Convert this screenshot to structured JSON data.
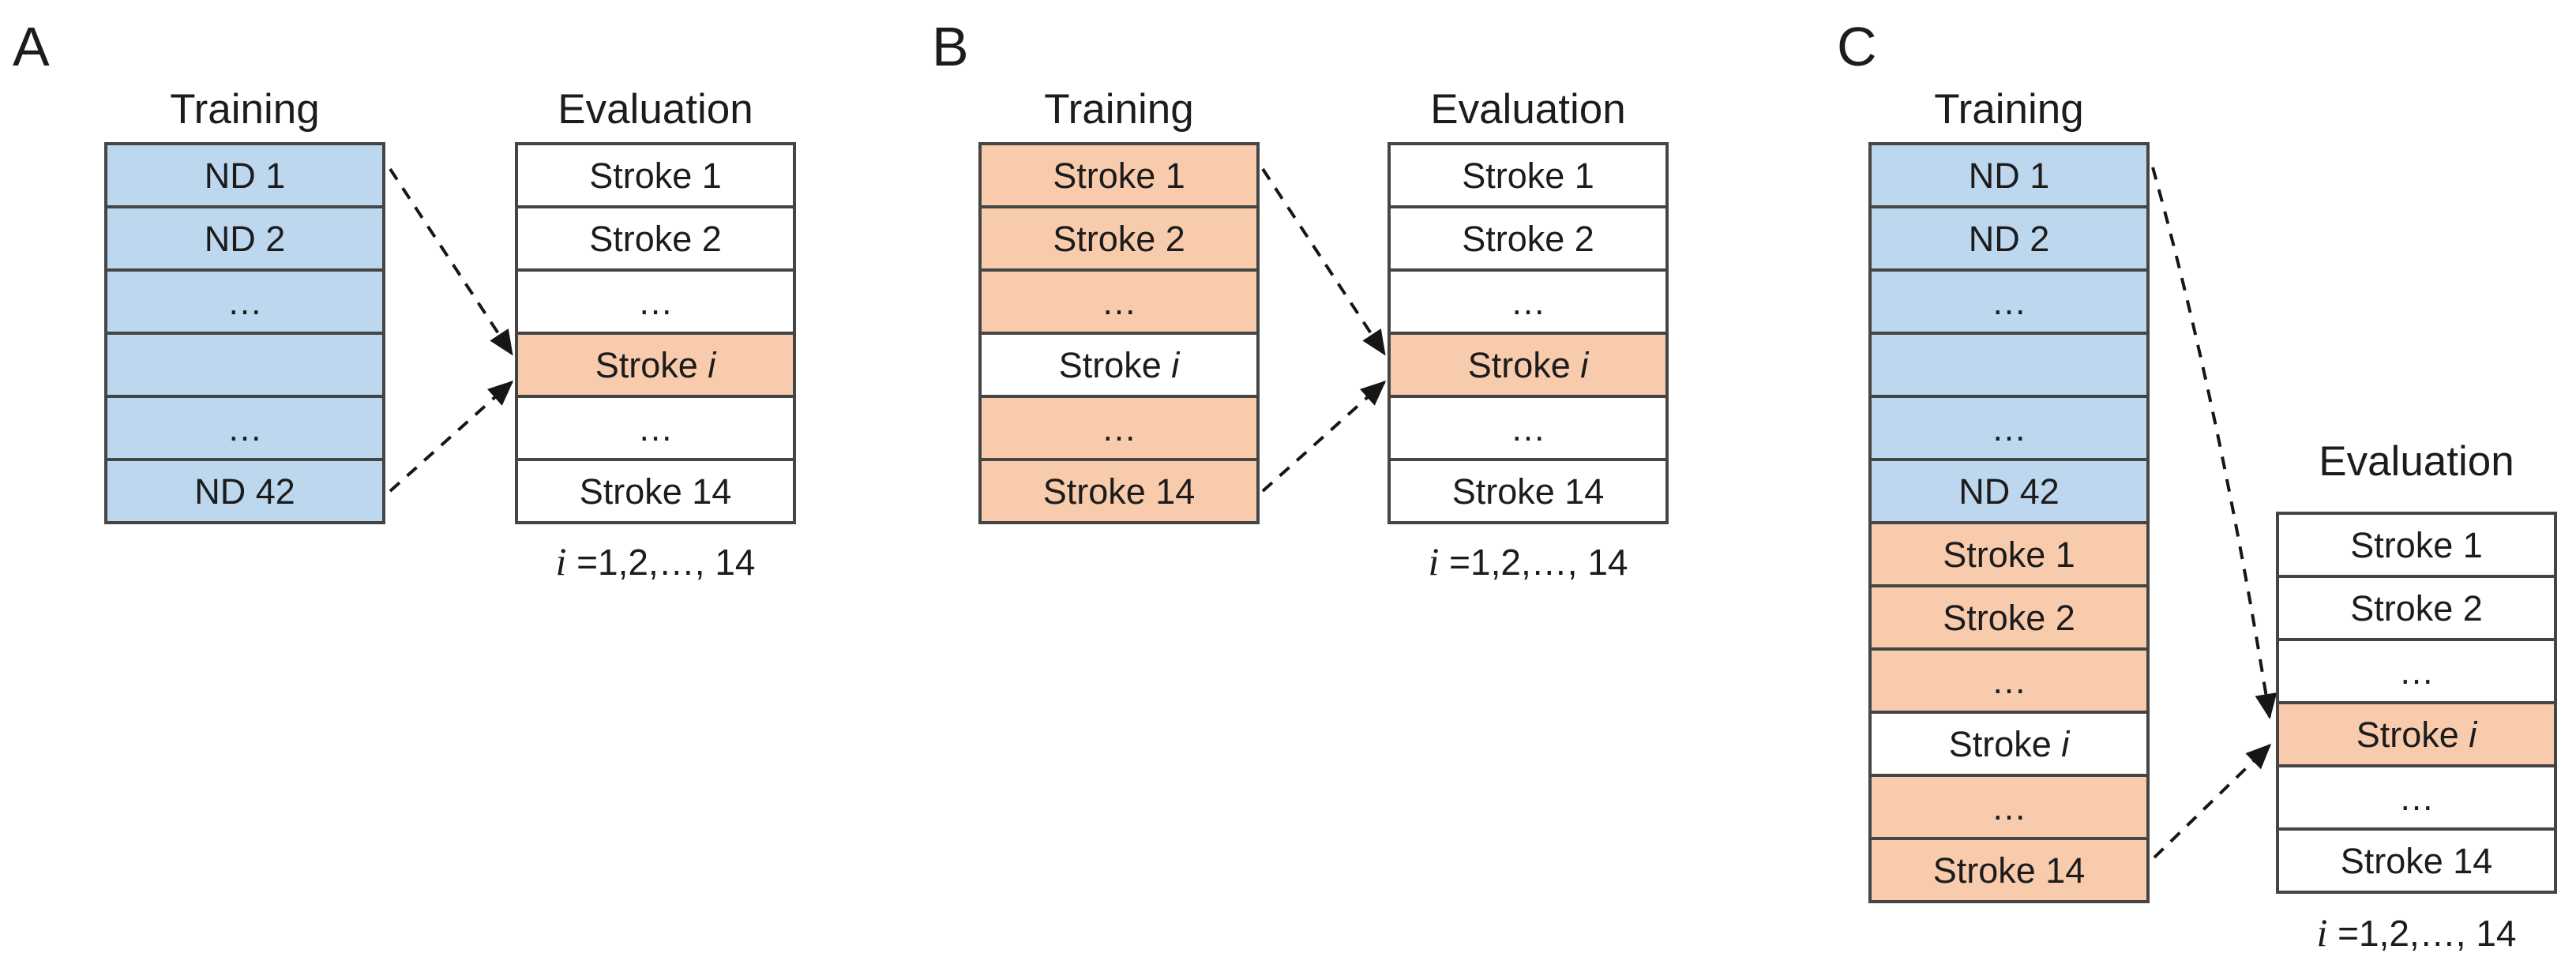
{
  "colors": {
    "blue": "#bdd7ee",
    "orange": "#f8cbad",
    "white": "#ffffff",
    "border": "#454545",
    "text": "#1c1c1c",
    "arrow": "#161616"
  },
  "panels": [
    {
      "label": "A",
      "training": {
        "header": "Training",
        "cells": [
          {
            "text": "ND 1",
            "fill": "blue"
          },
          {
            "text": "ND 2",
            "fill": "blue"
          },
          {
            "text": "…",
            "fill": "blue"
          },
          {
            "text": "",
            "fill": "blue"
          },
          {
            "text": "…",
            "fill": "blue"
          },
          {
            "text": "ND 42",
            "fill": "blue"
          }
        ]
      },
      "evaluation": {
        "header": "Evaluation",
        "cells": [
          {
            "text": "Stroke 1",
            "fill": "white"
          },
          {
            "text": "Stroke 2",
            "fill": "white"
          },
          {
            "text": "…",
            "fill": "white"
          },
          {
            "text": "Stroke ",
            "italic": "i",
            "fill": "orange"
          },
          {
            "text": "…",
            "fill": "white"
          },
          {
            "text": "Stroke 14",
            "fill": "white"
          }
        ],
        "caption": {
          "i": "i",
          "rest": " =1,2,…, 14"
        }
      }
    },
    {
      "label": "B",
      "training": {
        "header": "Training",
        "cells": [
          {
            "text": "Stroke 1",
            "fill": "orange"
          },
          {
            "text": "Stroke 2",
            "fill": "orange"
          },
          {
            "text": "…",
            "fill": "orange"
          },
          {
            "text": "Stroke ",
            "italic": "i",
            "fill": "white"
          },
          {
            "text": "…",
            "fill": "orange"
          },
          {
            "text": "Stroke 14",
            "fill": "orange"
          }
        ]
      },
      "evaluation": {
        "header": "Evaluation",
        "cells": [
          {
            "text": "Stroke 1",
            "fill": "white"
          },
          {
            "text": "Stroke 2",
            "fill": "white"
          },
          {
            "text": "…",
            "fill": "white"
          },
          {
            "text": "Stroke ",
            "italic": "i",
            "fill": "orange"
          },
          {
            "text": "…",
            "fill": "white"
          },
          {
            "text": "Stroke 14",
            "fill": "white"
          }
        ],
        "caption": {
          "i": "i",
          "rest": " =1,2,…, 14"
        }
      }
    },
    {
      "label": "C",
      "training": {
        "header": "Training",
        "cells": [
          {
            "text": "ND 1",
            "fill": "blue"
          },
          {
            "text": "ND 2",
            "fill": "blue"
          },
          {
            "text": "…",
            "fill": "blue"
          },
          {
            "text": "",
            "fill": "blue"
          },
          {
            "text": "…",
            "fill": "blue"
          },
          {
            "text": "ND 42",
            "fill": "blue"
          },
          {
            "text": "Stroke 1",
            "fill": "orange"
          },
          {
            "text": "Stroke 2",
            "fill": "orange"
          },
          {
            "text": "…",
            "fill": "orange"
          },
          {
            "text": "Stroke ",
            "italic": "i",
            "fill": "white"
          },
          {
            "text": "…",
            "fill": "orange"
          },
          {
            "text": "Stroke 14",
            "fill": "orange"
          }
        ]
      },
      "evaluation": {
        "header": "Evaluation",
        "cells": [
          {
            "text": "Stroke 1",
            "fill": "white"
          },
          {
            "text": "Stroke 2",
            "fill": "white"
          },
          {
            "text": "…",
            "fill": "white"
          },
          {
            "text": "Stroke ",
            "italic": "i",
            "fill": "orange"
          },
          {
            "text": "…",
            "fill": "white"
          },
          {
            "text": "Stroke 14",
            "fill": "white"
          }
        ],
        "caption": {
          "i": "i",
          "rest": " =1,2,…, 14"
        }
      }
    }
  ]
}
